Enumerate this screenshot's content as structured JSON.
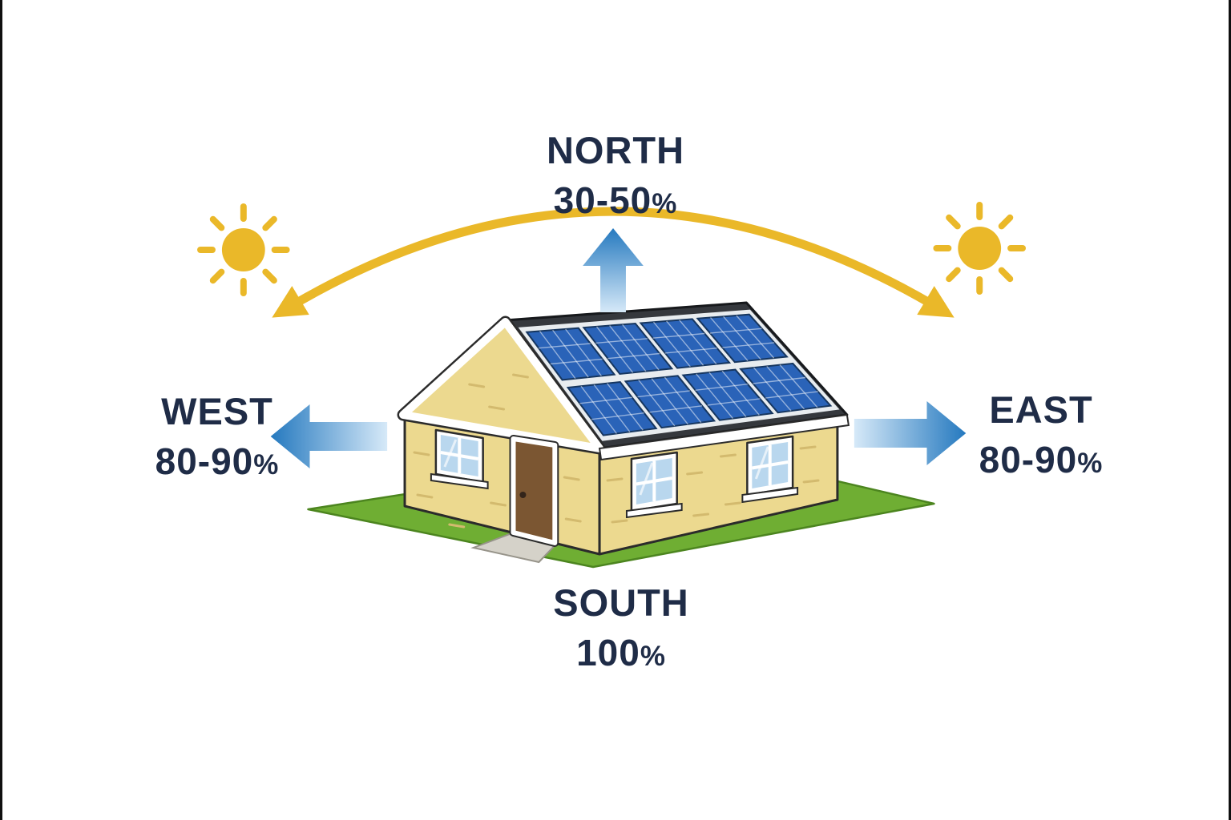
{
  "figure": {
    "kind": "solar panel orientation efficiency diagram",
    "subject": "house with rooftop solar panels on a green lawn"
  },
  "directions": {
    "north": {
      "label": "NORTH",
      "value": "30-50",
      "unit": "%"
    },
    "east": {
      "label": "EAST",
      "value": "80-90",
      "unit": "%"
    },
    "south": {
      "label": "SOUTH",
      "value": "100",
      "unit": "%"
    },
    "west": {
      "label": "WEST",
      "value": "80-90",
      "unit": "%"
    }
  },
  "house": {
    "panel_rows": 2,
    "panel_cols": 4
  },
  "icons": {
    "sun_left": "sun-icon",
    "sun_right": "sun-icon",
    "sun_path": "curved-double-arrow-icon",
    "north_arrow": "arrow-up-icon",
    "east_arrow": "arrow-right-icon",
    "west_arrow": "arrow-left-icon"
  },
  "colors": {
    "text": "#1f2c47",
    "arrow_blue": "#2579bf",
    "arrow_blue_fade": "#d6e9f8",
    "sun_yellow": "#eab829",
    "grass": "#6fae33",
    "wall": "#ecd98f",
    "roof": "#35383d",
    "panel": "#2a63b8",
    "door": "#7b5632",
    "glass": "#b9d7ee"
  }
}
